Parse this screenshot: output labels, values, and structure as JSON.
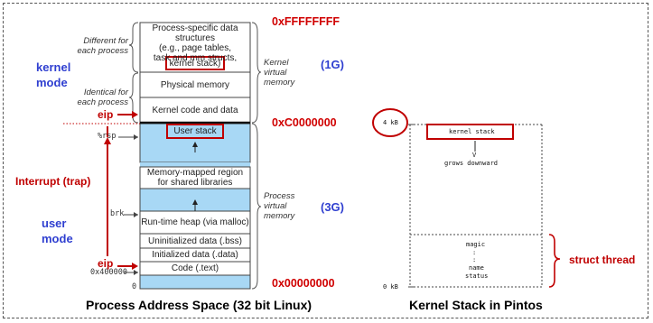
{
  "left": {
    "title": "Process Address Space (32 bit Linux)",
    "cells": {
      "process_specific": [
        "Process-specific data",
        "structures",
        "(e.g., page tables,",
        "task and mm structs,"
      ],
      "kernel_stack": "kernel stack)",
      "physical_memory": "Physical memory",
      "kernel_code": "Kernel code and data",
      "user_stack": "User stack",
      "mmap": [
        "Memory-mapped region",
        "for shared libraries"
      ],
      "heap": "Run-time heap (via malloc)",
      "bss": "Uninitialized data (.bss)",
      "data": "Initialized data (.data)",
      "text": "Code (.text)"
    },
    "side_notes": {
      "different": [
        "Different for",
        "each process"
      ],
      "identical": [
        "Identical for",
        "each process"
      ],
      "kernel_vm": [
        "Kernel",
        "virtual",
        "memory"
      ],
      "process_vm": [
        "Process",
        "virtual",
        "memory"
      ]
    },
    "registers": {
      "rsp": "%rsp",
      "brk": "brk",
      "addr_400000": "0x400000",
      "zero": "0"
    },
    "addresses": {
      "top": "0xFFFFFFFF",
      "mid": "0xC0000000",
      "bottom": "0x00000000"
    },
    "sizes": {
      "kernel": "(1G)",
      "user": "(3G)"
    },
    "labels": {
      "kernel_mode": [
        "kernel",
        "mode"
      ],
      "user_mode": [
        "user",
        "mode"
      ],
      "eip_top": "eip",
      "eip_bottom": "eip",
      "interrupt": "Interrupt (trap)"
    }
  },
  "right": {
    "title": "Kernel Stack in Pintos",
    "kb4": "4 kB",
    "kb0": "0 kB",
    "kernel_stack": "kernel stack",
    "v": "V",
    "grows": "grows downward",
    "magic": "magic",
    "dot1": ":",
    "dot2": ":",
    "name": "name",
    "status": "status",
    "struct_thread": "struct thread"
  },
  "colors": {
    "red": "#c00000",
    "blue": "#2f3fd0",
    "cell_blue": "#a8d8f5"
  }
}
